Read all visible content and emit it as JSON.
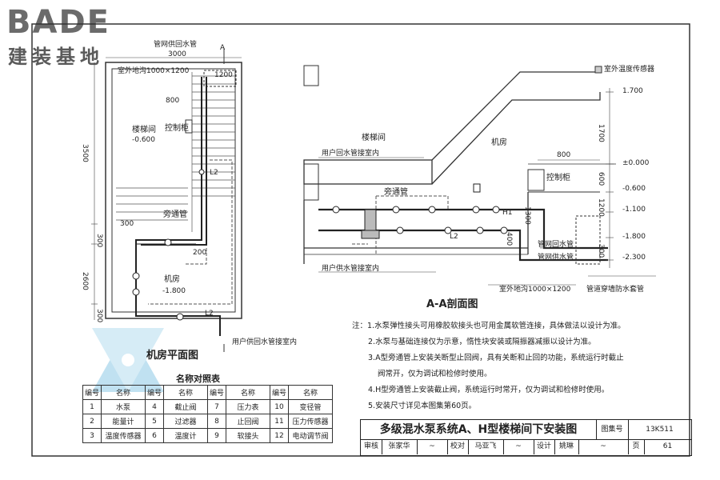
{
  "logo": {
    "brand": "BADE",
    "subtitle": "建装基地"
  },
  "plan_view": {
    "caption": "机房平面图",
    "labels": {
      "return_pipe": "管网供回水管",
      "dim_3000": "3000",
      "outdoor_pit": "室外地沟1000×1200",
      "dim_1200": "1200",
      "dim_800": "800",
      "stairwell": "楼梯间",
      "elev_0600": "-0.600",
      "control_cabinet": "控制柜",
      "dim_3500": "3500",
      "bypass_pipe": "旁通管",
      "machine_room": "机房",
      "elev_1800": "-1.800",
      "dim_2600": "2600",
      "dim_300a": "300",
      "dim_300b": "300",
      "dim_300c": "300",
      "dim_200": "200",
      "l2_a": "L2",
      "l2_b": "L2",
      "user_pipe": "用户供回水管接室内",
      "section_mark": "A"
    }
  },
  "section_view": {
    "caption": "A-A剖面图",
    "labels": {
      "outdoor_sensor": "室外温度传感器",
      "elev_1700": "1.700",
      "dim_1700": "1700",
      "elev_0000": "±0.000",
      "elev_m0600": "-0.600",
      "elev_m1100": "-1.100",
      "elev_m1800": "-1.800",
      "elev_m2300": "-2.300",
      "stairwell": "楼梯间",
      "user_return": "用户回水管接室内",
      "machine_room": "机房",
      "dim_800": "800",
      "control_cabinet": "控制柜",
      "dim_600": "600",
      "dim_1200": "1200",
      "bypass_pipe": "旁通管",
      "dim_1300": "1300",
      "dim_400": "400",
      "dim_300": "300",
      "net_return": "管网回水管",
      "net_supply": "管网供水管",
      "user_supply": "用户供水管接室内",
      "outdoor_pit": "室外地沟1000×1200",
      "wall_sleeve": "管道穿墙防水套管",
      "h1": "H1",
      "l2": "L2"
    }
  },
  "notes": [
    "注：1.水泵弹性接头可用橡胶软接头也可用金属软管连接，具体做法以设计为准。",
    "2.水泵与基础连接仅为示意，惰性块安装或隔振器减振以设计为准。",
    "3.A型旁通管上安装关断型止回阀，具有关断和止回的功能，系统运行时截止",
    "阀常开，仅为调试和检修时使用。",
    "4.H型旁通管上安装截止阀，系统运行时常开，仅为调试和检修时使用。",
    "5.安装尺寸详见本图集第60页。"
  ],
  "legend": {
    "title": "名称对照表",
    "headers": [
      "编号",
      "名称",
      "编号",
      "名称",
      "编号",
      "名称",
      "编号",
      "名称"
    ],
    "rows": [
      [
        "1",
        "水泵",
        "4",
        "截止阀",
        "7",
        "压力表",
        "10",
        "变径管"
      ],
      [
        "2",
        "能量计",
        "5",
        "过滤器",
        "8",
        "止回阀",
        "11",
        "压力传感器"
      ],
      [
        "3",
        "温度传感器",
        "6",
        "温度计",
        "9",
        "软接头",
        "12",
        "电动调节阀"
      ]
    ]
  },
  "title_block": {
    "title": "多级混水泵系统A、H型楼梯间下安装图",
    "atlas_label": "图集号",
    "atlas_no": "13K511",
    "review_label": "审核",
    "reviewer": "张家华",
    "check_label": "校对",
    "checker": "马亚飞",
    "design_label": "设计",
    "designer": "姚琳",
    "page_label": "页",
    "page_no": "61"
  }
}
